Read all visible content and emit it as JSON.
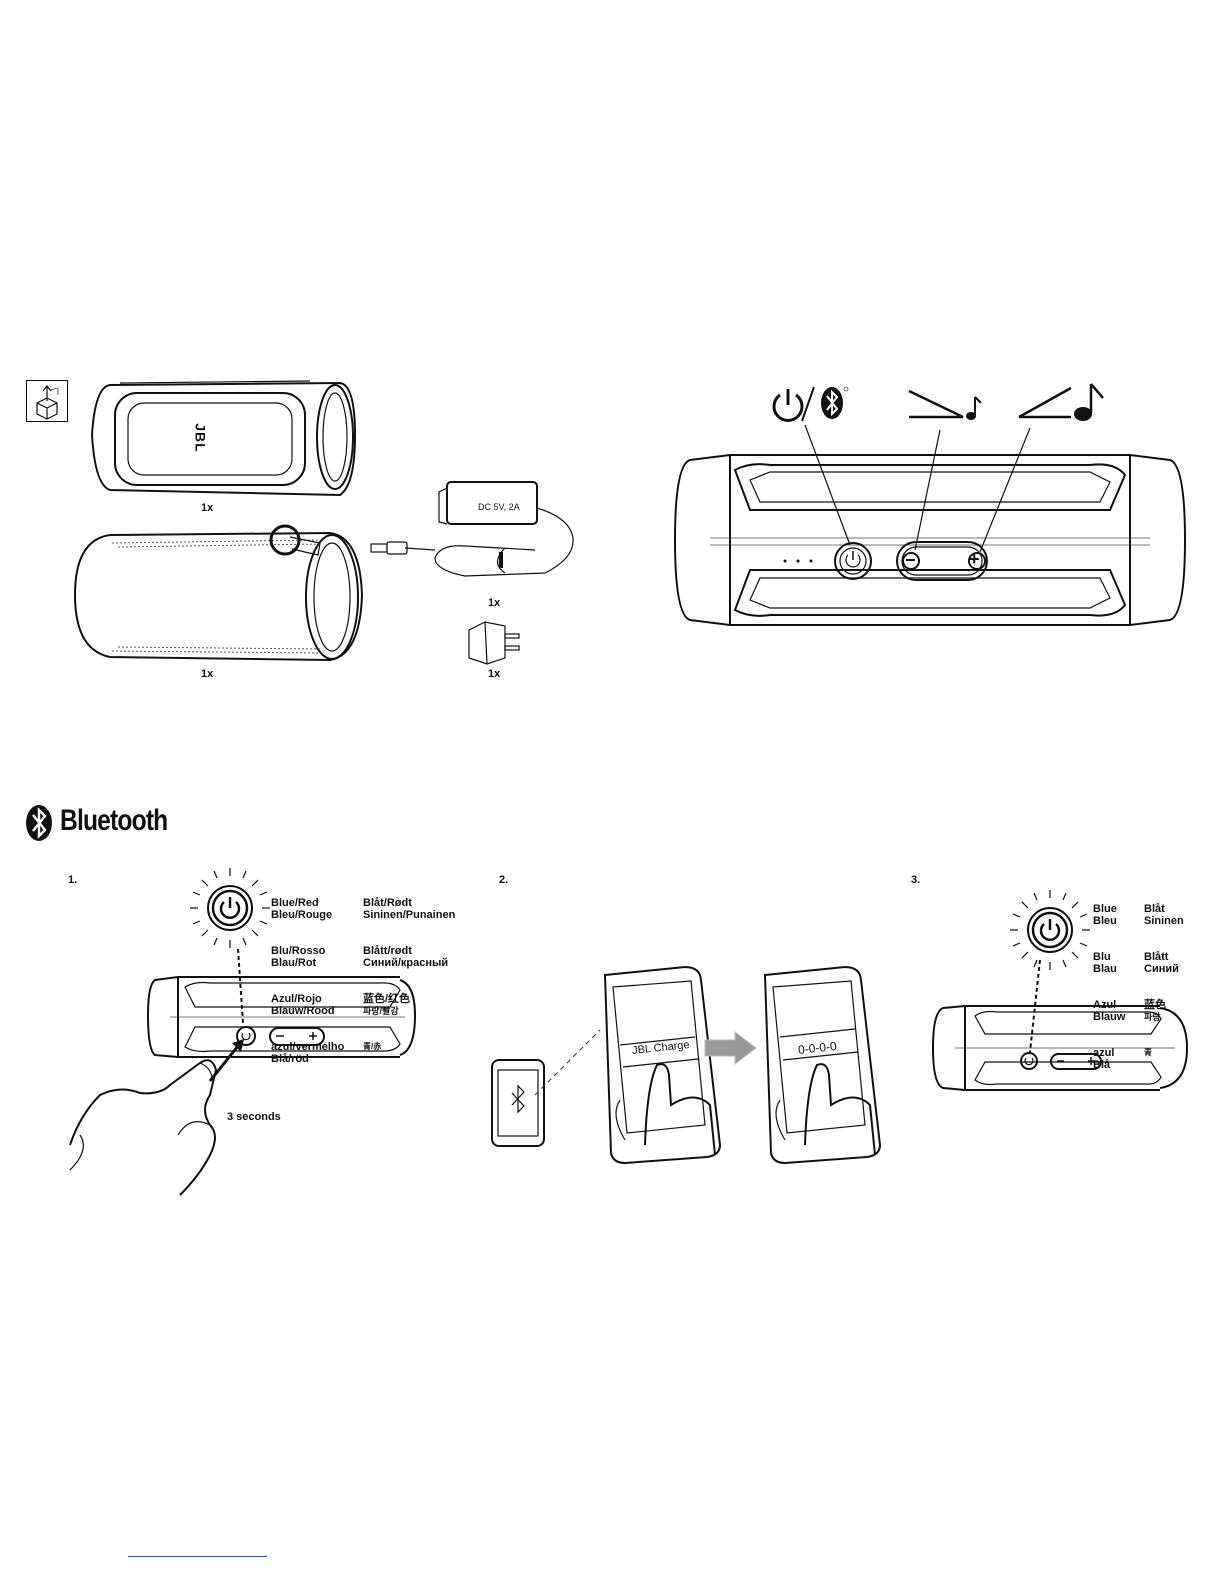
{
  "contents": {
    "speaker_qty": "1x",
    "pouch_qty": "1x",
    "charger_qty": "1x",
    "plug_qty": "1x",
    "charger_label": "DC 5V, 2A",
    "speaker_logo": "JBL"
  },
  "controls_overview": {
    "power_bt_symbol": "⏻/✱",
    "minus_label": "−",
    "plus_label": "+"
  },
  "bluetooth_section": {
    "title": "Bluetooth"
  },
  "step1": {
    "number": "1.",
    "hold_label": "3 seconds",
    "colors_col1": [
      "Blue/Red",
      "Bleu/Rouge",
      "Blu/Rosso",
      "Blau/Rot",
      "Azul/Rojo",
      "Blauw/Rood",
      "azul/vermelho",
      "Blå/röd"
    ],
    "colors_col2": [
      "Blåt/Rødt",
      "Sininen/Punainen",
      "Blått/rødt",
      "Синий/красный",
      "蓝色/红色",
      "파랑/빨강",
      "青/赤"
    ]
  },
  "step2": {
    "number": "2.",
    "device_name": "JBL Charge",
    "pin_code": "0-0-0-0"
  },
  "step3": {
    "number": "3.",
    "colors_col1": [
      "Blue",
      "Bleu",
      "Blu",
      "Blau",
      "Azul",
      "Blauw",
      "azul",
      "Blå"
    ],
    "colors_col2": [
      "Blåt",
      "Sininen",
      "Blått",
      "Синий",
      "蓝色",
      "파랑",
      "青"
    ]
  }
}
